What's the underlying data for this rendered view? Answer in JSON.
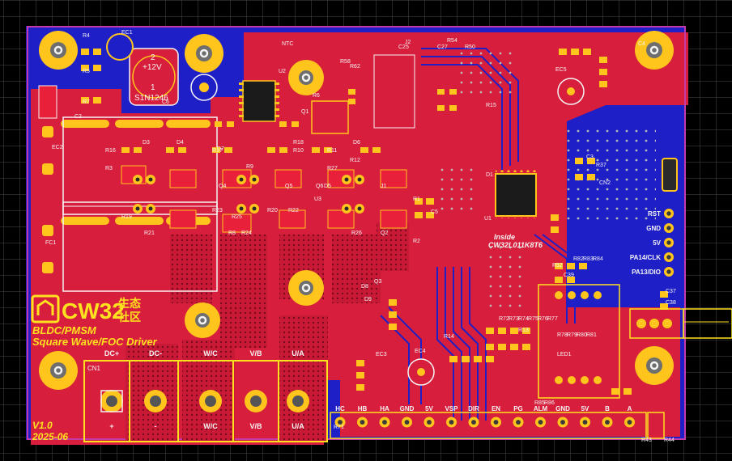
{
  "board": {
    "logo_text": "CW32",
    "logo_cn_1": "生态",
    "logo_cn_2": "社区",
    "title_line1": "BLDC/PMSM",
    "title_line2": "Square Wave/FOC Driver",
    "version": "V1.0",
    "date": "2025-06",
    "chip_note_1": "Inside",
    "chip_note_2": "CW32L011K8T6",
    "colors": {
      "background": "#000000",
      "copper_top": "#d71e3c",
      "copper_bottom": "#1f1fc8",
      "pad": "#ffc51c",
      "silk": "#f4f4f4"
    }
  },
  "power_header": {
    "labels": [
      "DC+",
      "DC-",
      "W/C",
      "V/B",
      "U/A"
    ],
    "bottom_labels": [
      "+",
      "-",
      "W/C",
      "V/B",
      "U/A"
    ],
    "conn_label": "CN1"
  },
  "debug_header": {
    "labels": [
      "RST",
      "GND",
      "5V",
      "PA14/CLK",
      "PA13/DIO"
    ]
  },
  "bottom_header": {
    "labels": [
      "HC",
      "HB",
      "HA",
      "GND",
      "5V",
      "VSP",
      "DIR",
      "EN",
      "PG",
      "ALM",
      "GND",
      "5V",
      "B",
      "A"
    ]
  },
  "components": {
    "regulator_top": "2",
    "regulator_voltage": "+12V",
    "regulator_mid": "1",
    "diode": "S1N1246",
    "refs": [
      "EC1",
      "EC2",
      "EC3",
      "EC4",
      "EC5",
      "FC1",
      "D1",
      "D3",
      "D4",
      "D5",
      "D6",
      "D7",
      "D8",
      "D9",
      "R1",
      "R2",
      "R3",
      "R4",
      "R5",
      "R6",
      "R7",
      "R8",
      "R9",
      "R10",
      "R11",
      "R12",
      "R13",
      "R14",
      "R15",
      "R16",
      "R17",
      "R18",
      "R19",
      "R20",
      "R21",
      "R22",
      "R23",
      "R24",
      "R25",
      "R26",
      "R27",
      "C2",
      "C3",
      "C4",
      "C5",
      "C6",
      "U1",
      "U2",
      "U3",
      "Q1",
      "Q2",
      "Q3",
      "Q4",
      "Q5",
      "Q6",
      "J1",
      "J2",
      "NTC",
      "CN2",
      "R71",
      "R72",
      "R73",
      "R74",
      "R75",
      "R76",
      "R77",
      "R78",
      "R79",
      "R80",
      "R81",
      "R82",
      "R83",
      "R84",
      "R85",
      "R86",
      "LED1",
      "R43",
      "R44",
      "R37",
      "C37",
      "C38",
      "C39",
      "R52",
      "R54",
      "R50",
      "C25",
      "C27",
      "R58",
      "R62"
    ]
  }
}
